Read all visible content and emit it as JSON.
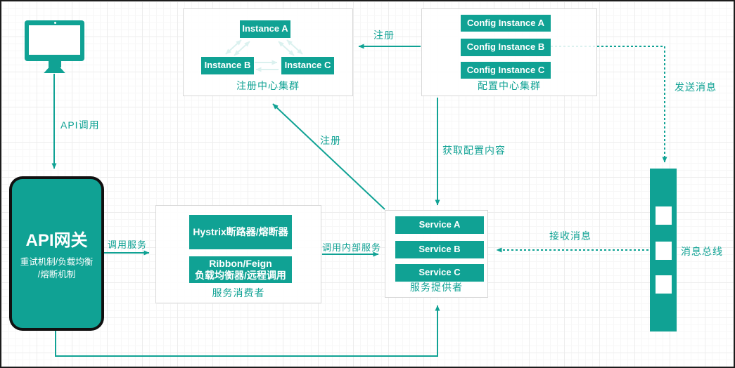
{
  "colors": {
    "accent_teal": "#10a294",
    "group_border": "#d7d7d7",
    "gateway_border": "#111111",
    "node_text": "#ffffff",
    "background": "#ffffff"
  },
  "gateway": {
    "title": "API网关",
    "subtitle_line1": "重试机制/负载均衡",
    "subtitle_line2": "/熔断机制"
  },
  "registry": {
    "title": "注册中心集群",
    "instances": [
      "Instance A",
      "Instance B",
      "Instance C"
    ]
  },
  "config_center": {
    "title": "配置中心集群",
    "instances": [
      "Config Instance A",
      "Config Instance B",
      "Config Instance C"
    ]
  },
  "consumer": {
    "title": "服务消费者",
    "component1": "Hystrix断路器/熔断器",
    "component2_line1": "Ribbon/Feign",
    "component2_line2": "负载均衡器/远程调用"
  },
  "provider": {
    "title": "服务提供者",
    "services": [
      "Service A",
      "Service B",
      "Service C"
    ]
  },
  "message_bus": {
    "label": "消息总线"
  },
  "edges": {
    "api_call": "API调用",
    "invoke_service": "调用服务",
    "invoke_internal": "调用内部服务",
    "register_config_to_registry": "注册",
    "register_provider_to_registry": "注册",
    "get_config": "获取配置内容",
    "send_message": "发送消息",
    "receive_message": "接收消息"
  }
}
